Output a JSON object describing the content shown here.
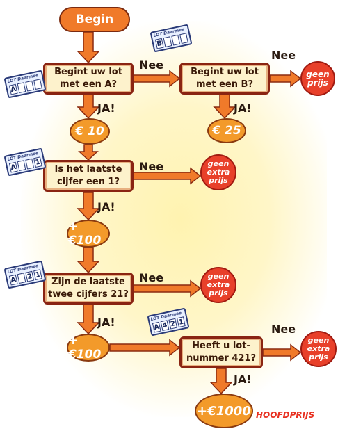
{
  "start": "Begin",
  "questions": [
    "Begint uw lot\nmet een A?",
    "Begint uw lot\nmet een B?",
    "Is het laatste\ncijfer een 1?",
    "Zijn de laatste\ntwee cijfers 21?",
    "Heeft u lot-\nnummer 421?"
  ],
  "yes_label": "JA!",
  "no_label": "Nee",
  "prizes": [
    "€ 10",
    "€ 25",
    "+€100",
    "+€100",
    "+€1000"
  ],
  "no_prize": [
    "geen\nprijs",
    "geen\nextra\nprijs",
    "geen\nextra\nprijs",
    "geen\nextra\nprijs"
  ],
  "ticket_header": "LOT Daarmee",
  "tickets": [
    [
      "A",
      "",
      "",
      ""
    ],
    [
      "B",
      "",
      "",
      ""
    ],
    [
      "A",
      "",
      "",
      "1"
    ],
    [
      "A",
      "",
      "2",
      "1"
    ],
    [
      "A",
      "4",
      "2",
      "1"
    ]
  ],
  "jackpot": "HOOFDPRIJS",
  "colors": {
    "arrow": "#f07a2a",
    "arrow_stroke": "#8a2a10",
    "question_border": "#8a2412",
    "question_fill": "#fdf2cc",
    "prize_coin": "#f39a2a",
    "no_prize": "#e8402a",
    "glow": "#fff3b0"
  }
}
